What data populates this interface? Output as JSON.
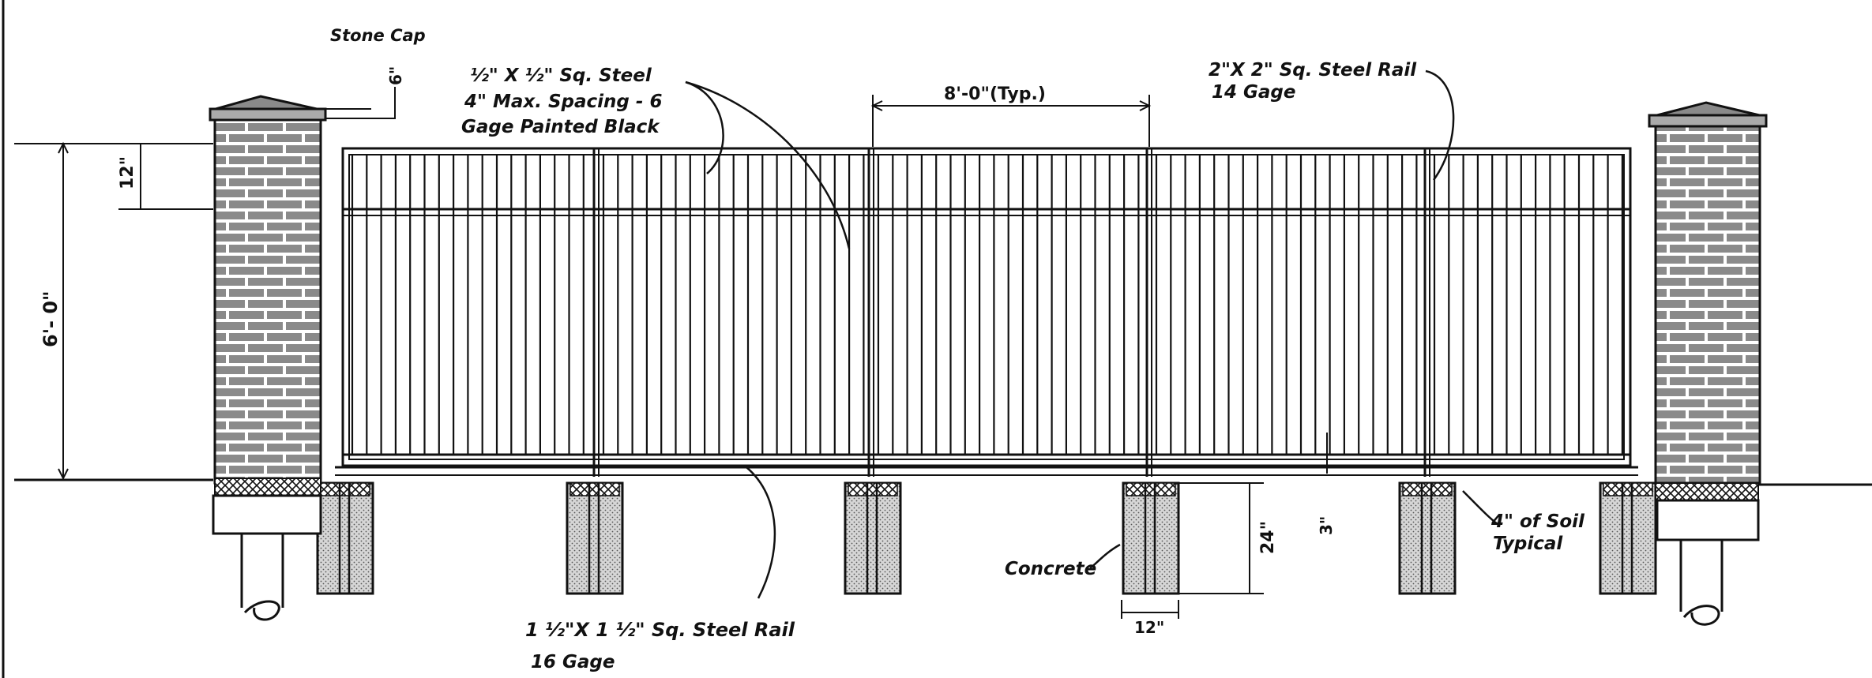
{
  "labels": {
    "stone_cap": "Stone Cap",
    "cap_height": "6\"",
    "picket_line1": "½\" X  ½\" Sq. Steel",
    "picket_line2": "4\" Max. Spacing - 6",
    "picket_line3": "Gage Painted Black",
    "panel_width": "8'-0\"(Typ.)",
    "top_rail_line1": "2\"X 2\" Sq. Steel Rail",
    "top_rail_line2": "14 Gage",
    "top_band": "12\"",
    "fence_height": "6'- 0\"",
    "footing_depth": "24\"",
    "ground_gap": "3\"",
    "soil_line1": "4\" of Soil",
    "soil_line2": "Typical",
    "concrete": "Concrete",
    "footing_width": "12\"",
    "bottom_rail_line1": "1 ½\"X 1 ½\" Sq. Steel Rail",
    "bottom_rail_line2": "16 Gage"
  },
  "colors": {
    "ink": "#111111",
    "brick_fill": "#8a8a8a",
    "concrete_fill": "#c4c4c4"
  }
}
